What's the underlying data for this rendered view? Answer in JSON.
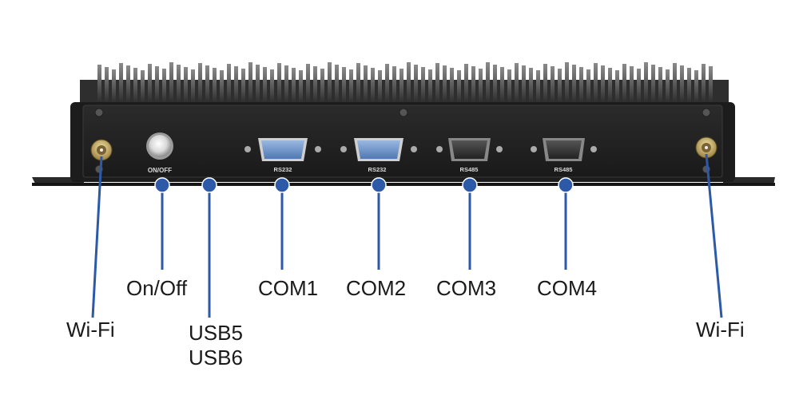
{
  "panel_labels": {
    "power": "ON/OFF",
    "com1": "RS232",
    "com2": "RS232",
    "com3": "RS485",
    "com4": "RS485"
  },
  "callouts": {
    "wifi_left": "Wi-Fi",
    "on_off": "On/Off",
    "usb5": "USB5",
    "usb6": "USB6",
    "com1": "COM1",
    "com2": "COM2",
    "com3": "COM3",
    "com4": "COM4",
    "wifi_right": "Wi-Fi"
  },
  "colors": {
    "callout_dot": "#2c5aa8",
    "callout_line": "#2c5aa8",
    "chassis": "#222222",
    "heatsink": "#3a3a3a"
  },
  "icons": {
    "antenna": "antenna-connector-icon",
    "power": "power-button-icon",
    "serial": "db9-serial-port-icon",
    "screw": "screw-icon"
  }
}
